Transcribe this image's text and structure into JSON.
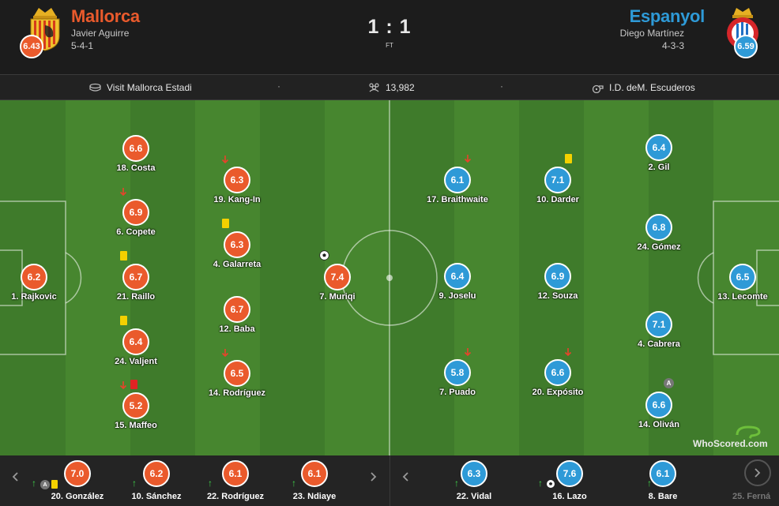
{
  "match": {
    "home_team": "Mallorca",
    "away_team": "Espanyol",
    "home_manager": "Javier Aguirre",
    "away_manager": "Diego Martínez",
    "home_formation": "5-4-1",
    "away_formation": "4-3-3",
    "home_rating": "6.43",
    "away_rating": "6.59",
    "score": "1 : 1",
    "status": "FT",
    "home_color": "#ea5a2c",
    "away_color": "#2e9ad7"
  },
  "info": {
    "stadium": "Visit Mallorca Estadi",
    "attendance": "13,982",
    "referee": "I.D. deM. Escuderos",
    "separator": "·"
  },
  "home_players": [
    {
      "label": "1. Rajkovic",
      "rating": "6.2"
    },
    {
      "label": "18. Costa",
      "rating": "6.6"
    },
    {
      "label": "6. Copete",
      "rating": "6.9"
    },
    {
      "label": "21. Raillo",
      "rating": "6.7"
    },
    {
      "label": "24. Valjent",
      "rating": "6.4"
    },
    {
      "label": "15. Maffeo",
      "rating": "5.2"
    },
    {
      "label": "19. Kang-In",
      "rating": "6.3"
    },
    {
      "label": "4. Galarreta",
      "rating": "6.3"
    },
    {
      "label": "12. Baba",
      "rating": "6.7"
    },
    {
      "label": "14. Rodríguez",
      "rating": "6.5"
    },
    {
      "label": "7. Muriqi",
      "rating": "7.4"
    }
  ],
  "away_players": [
    {
      "label": "13. Lecomte",
      "rating": "6.5"
    },
    {
      "label": "2. Gil",
      "rating": "6.4"
    },
    {
      "label": "24. Gómez",
      "rating": "6.8"
    },
    {
      "label": "4. Cabrera",
      "rating": "7.1"
    },
    {
      "label": "14. Oliván",
      "rating": "6.6"
    },
    {
      "label": "10. Darder",
      "rating": "7.1"
    },
    {
      "label": "12. Souza",
      "rating": "6.9"
    },
    {
      "label": "20. Expósito",
      "rating": "6.6"
    },
    {
      "label": "17. Braithwaite",
      "rating": "6.1"
    },
    {
      "label": "9. Joselu",
      "rating": "6.4"
    },
    {
      "label": "7. Puado",
      "rating": "5.8"
    }
  ],
  "home_subs": [
    {
      "label": "20. González",
      "rating": "7.0"
    },
    {
      "label": "10. Sánchez",
      "rating": "6.2"
    },
    {
      "label": "22. Rodríguez",
      "rating": "6.1"
    },
    {
      "label": "23. Ndiaye",
      "rating": "6.1"
    }
  ],
  "away_subs": [
    {
      "label": "22. Vidal",
      "rating": "6.3"
    },
    {
      "label": "16. Lazo",
      "rating": "7.6"
    },
    {
      "label": "8. Bare",
      "rating": "6.1"
    },
    {
      "label": "25. Ferná",
      "rating": ""
    }
  ],
  "brand": {
    "name": "WhoScored",
    "suffix": ".com"
  },
  "assist_letter": "A",
  "icons": {
    "nav_left": "chevron-left-icon",
    "nav_right": "chevron-right-icon",
    "stadium": "stadium-icon",
    "attendance": "crowd-icon",
    "referee": "whistle-icon",
    "goal": "football-icon",
    "sub_off": "arrow-down-icon",
    "sub_on": "arrow-up-icon"
  }
}
